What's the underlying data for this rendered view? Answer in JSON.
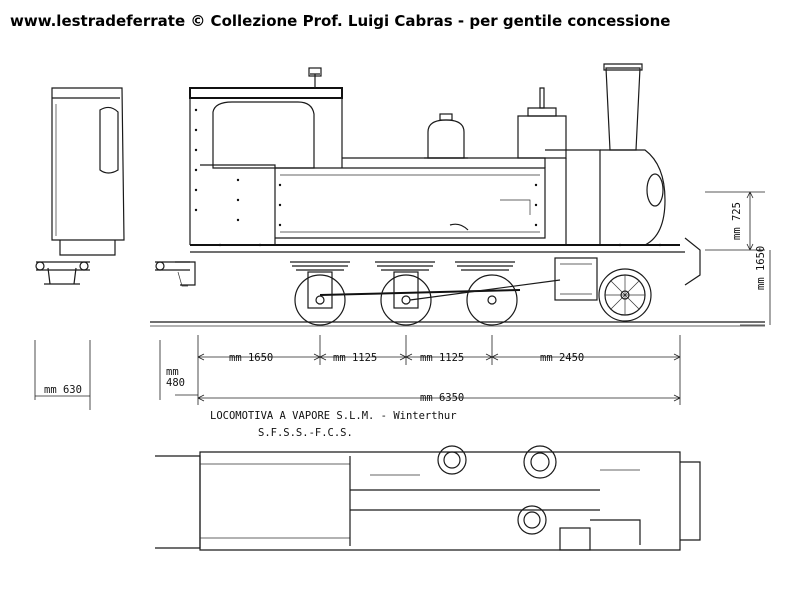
{
  "credit": "www.lestradeferrate © Collezione Prof. Luigi Cabras - per gentile concessione",
  "caption": {
    "line1": "LOCOMOTIVA A VAPORE S.L.M. - Winterthur",
    "line2": "S.F.S.S.-F.C.S."
  },
  "dimensions": {
    "d1650": "mm 1650",
    "d1125a": "mm 1125",
    "d1125b": "mm 1125",
    "d2450": "mm 2450",
    "d6350": "mm 6350",
    "d630": "mm 630",
    "d480_mm": "mm",
    "d480_val": "480",
    "v725": "mm 725",
    "v1650": "mm 1650"
  }
}
